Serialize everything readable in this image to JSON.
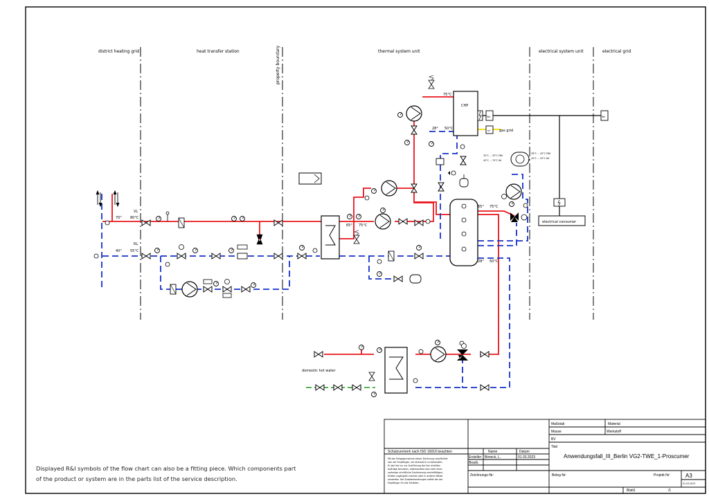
{
  "colors": {
    "flow": "#e8141c",
    "return": "#1530c8",
    "gas": "#f0d800",
    "dhw": "#1a9a1a",
    "line": "#000000"
  },
  "zones": [
    "district heating grid",
    "heat transfer station",
    "property boundary",
    "thermal system unit",
    "electrical system unit",
    "electrical grid"
  ],
  "labels": {
    "vl": "VL",
    "vl_temp": "80°C",
    "vl_temp_left": "70°",
    "rl": "RL",
    "rl_temp": "55°C",
    "rl_temp_left": "40°",
    "hx_in": "65°",
    "hx_out": "75°C",
    "chp": "CHP",
    "chp_flow": "75°C",
    "chp_ret_a": "28°",
    "chp_ret_b": "50°C",
    "wh1": "Wh",
    "wh2": "Wh",
    "m3": "m³",
    "gas_grid": "gas grid",
    "fbh1": "30°C ... 35°C FBH",
    "fbh2": "45°C ... 70°C HK",
    "fbh3": "28°C ... 45°C FBH",
    "fbh4": "45°C ... 55°C HK",
    "tank_top_a": "65°",
    "tank_top_b": "75°C",
    "tank_bot_a": "28°",
    "tank_bot_b": "50°C",
    "consumer": "electrical consumer",
    "dhw": "domestic hot water"
  },
  "note": [
    "Displayed R&I symbols of the flow chart can also be a fitting piece. Which components part",
    "of the product or system are in the parts list of the service description."
  ],
  "titleblock": {
    "massstab": "Maßstab",
    "material_h": "Material",
    "masse": "Masse",
    "werkstoff": "Werkstoff",
    "bv": "BV",
    "titel": "Titel",
    "title": "Anwendungsfall_III_Berlin VG2-TWE_1-Proscumer",
    "schutz": "Schutzvermerk nach ISO 16016 beachten",
    "legal": [
      "Mit der Entgegennahme dieser Zeichnung verpflichtet",
      "sich der Empfänger, sie vertraulich zu behandeln.",
      "Er darf sie nur zur Ausführung der ihm erteilten",
      "Aufträge benutzen, insbesondere also nicht ohne",
      "vorherige schriftliche Zustimmung vervielfältigen,",
      "Dritten zugänglich machen oder in anderer Weise",
      "verwerten. Bei Zuwiderhandlungen haftet der der",
      "Empfänger für alle Schäden."
    ],
    "name_h": "Name",
    "datum_h": "Datum",
    "ersteller": "Ersteller",
    "ersteller_name": "Bimeck, L.",
    "ersteller_datum": "01.03.2023",
    "bearb": "Bearb.",
    "zeichnungs": "Zeichnungs-Nr:",
    "beleg": "Beleg-Nr:",
    "projekt": "Projekt-Nr:",
    "format": "A3",
    "format_date": "01.03.2023",
    "blatt": "Blatt1",
    "blatt_of": "/1"
  }
}
